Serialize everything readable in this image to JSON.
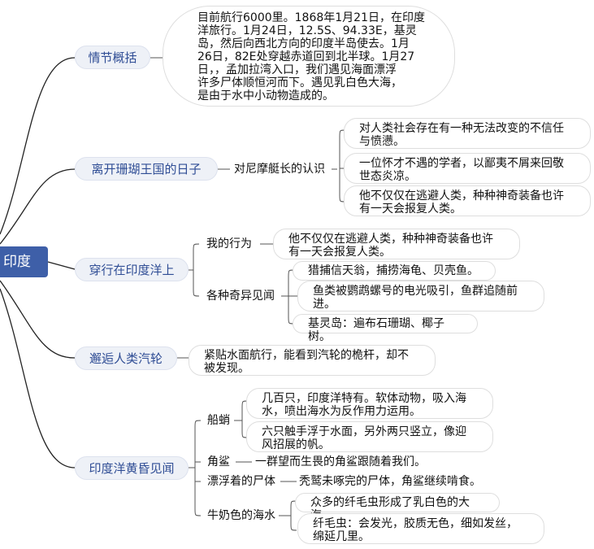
{
  "root": {
    "label": "印度"
  },
  "branches": [
    {
      "label": "情节概括"
    },
    {
      "label": "离开珊瑚王国的日子"
    },
    {
      "label": "穿行在印度洋上"
    },
    {
      "label": "邂逅人类汽轮"
    },
    {
      "label": "印度洋黄昏见闻"
    }
  ],
  "summary": {
    "lines": [
      "目前航行6000里。1868年1月21日，在印度",
      "洋旅行。1月24日，12.5S、94.33E，基灵",
      "岛，然后向西北方向的印度半岛使去。1月",
      "26日，82E处穿越赤道回到北半球。1月27",
      "日，，孟加拉湾入口，我们遇见海面漂浮",
      "许多尸体顺恒河而下。遇见乳白色大海，",
      "是由于水中小动物造成的。"
    ]
  },
  "leaving": {
    "label": "对尼摩艇长的认识",
    "items": [
      {
        "lines": [
          "对人类社会存在有一种无法改变的不信任",
          "与愤懑。"
        ]
      },
      {
        "lines": [
          "一位怀才不遇的学者，以鄙夷不屑来回敬",
          "世态炎凉。"
        ]
      },
      {
        "lines": [
          "他不仅仅在逃避人类，种种神奇装备也许",
          "有一天会报复人类。"
        ]
      }
    ]
  },
  "crossing": {
    "actions": {
      "label": "我的行为",
      "lines": [
        "他不仅仅在逃避人类，种种神奇装备也许",
        "有一天会报复人类。"
      ]
    },
    "sights": {
      "label": "各种奇异见闻",
      "items": [
        {
          "lines": [
            "猎捕信天翁，捕捞海龟、贝壳鱼。"
          ]
        },
        {
          "lines": [
            "鱼类被鹦鹉螺号的电光吸引，鱼群追随前",
            "进。"
          ]
        },
        {
          "lines": [
            "基灵岛：遍布石珊瑚、椰子树。"
          ]
        }
      ]
    }
  },
  "steamer": {
    "lines": [
      "紧贴水面航行，能看到汽轮的桅杆，却不",
      "被发现。"
    ]
  },
  "dusk": {
    "argonaut": {
      "label": "船蛸",
      "items": [
        {
          "lines": [
            "几百只，印度洋特有。软体动物，吸入海",
            "水，喷出海水为反作用力运用。"
          ]
        },
        {
          "lines": [
            "六只触手浮于水面，另外两只竖立，像迎",
            "风招展的帆。"
          ]
        }
      ]
    },
    "shark": {
      "label": "角鲨",
      "text": "一群望而生畏的角鲨跟随着我们。"
    },
    "corpses": {
      "label": "漂浮着的尸体",
      "text": "秃鹫未啄完的尸体，角鲨继续啃食。"
    },
    "milky": {
      "label": "牛奶色的海水",
      "items": [
        {
          "lines": [
            "众多的纤毛虫形成了乳白色的大海。"
          ]
        },
        {
          "lines": [
            "纤毛虫：会发光，胶质无色，细如发丝，",
            "绵延几里。"
          ]
        }
      ]
    }
  }
}
